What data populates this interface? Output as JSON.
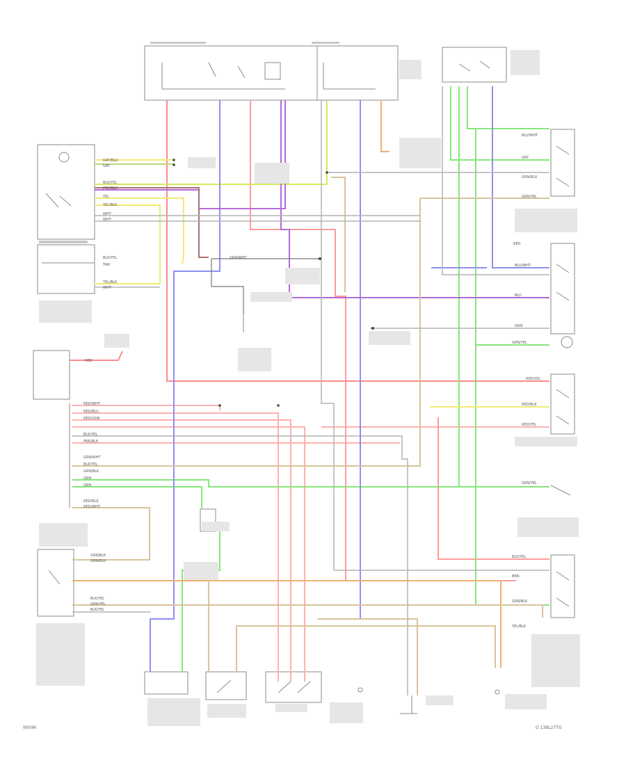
{
  "figure": {
    "id": "90096",
    "reference": "G 13BL27TO"
  },
  "colors": {
    "red": "#ff8a8a",
    "pink": "#ffb0b0",
    "green": "#86e67a",
    "yellow": "#f2ea72",
    "blue": "#8f8ff2",
    "purple": "#b36ad6",
    "orange": "#f0b070",
    "brown": "#c9a070",
    "gray": "#b4b4b4",
    "tan": "#d8c49a",
    "dark": "#777777"
  },
  "wire_codes": [
    {
      "id": "w1",
      "text": "GRY/BLU"
    },
    {
      "id": "w2",
      "text": "GRY"
    },
    {
      "id": "w3",
      "text": "BLK/YEL"
    },
    {
      "id": "w4",
      "text": "PNK/BLK"
    },
    {
      "id": "w5",
      "text": "YEL"
    },
    {
      "id": "w6",
      "text": "YEL/BLK"
    },
    {
      "id": "w7",
      "text": "WHT"
    },
    {
      "id": "w8",
      "text": "WHT"
    },
    {
      "id": "w9",
      "text": "BLK/YEL"
    },
    {
      "id": "w10",
      "text": "TAN"
    },
    {
      "id": "w11",
      "text": "YEL/BLK"
    },
    {
      "id": "w12",
      "text": "WHT"
    },
    {
      "id": "w13",
      "text": "RED"
    },
    {
      "id": "w14",
      "text": "RED/WHT"
    },
    {
      "id": "w15",
      "text": "RED/BLU"
    },
    {
      "id": "w16",
      "text": "RED/GRN"
    },
    {
      "id": "w17",
      "text": "BLK/YEL"
    },
    {
      "id": "w18",
      "text": "PNK/BLK"
    },
    {
      "id": "w19",
      "text": "GRN/WHT"
    },
    {
      "id": "w20",
      "text": "BLK/YEL"
    },
    {
      "id": "w21",
      "text": "GRN/BLK"
    },
    {
      "id": "w22",
      "text": "GRN"
    },
    {
      "id": "w23",
      "text": "GRN"
    },
    {
      "id": "w24",
      "text": "RED/BLK"
    },
    {
      "id": "w25",
      "text": "RED/WHT"
    },
    {
      "id": "w26",
      "text": "GRN/BLK"
    },
    {
      "id": "w27",
      "text": "GRN/BLU"
    },
    {
      "id": "w28",
      "text": "BLK/YEL"
    },
    {
      "id": "w29",
      "text": "GRN/YEL"
    },
    {
      "id": "w30",
      "text": "BLK/YEL"
    },
    {
      "id": "w31",
      "text": "BLU/WHT"
    },
    {
      "id": "w32",
      "text": "GRY"
    },
    {
      "id": "w33",
      "text": "GRN/BLU"
    },
    {
      "id": "w34",
      "text": "GRN/YEL"
    },
    {
      "id": "w35",
      "text": "RED"
    },
    {
      "id": "w36",
      "text": "GRN/YEL"
    },
    {
      "id": "w37",
      "text": "RED/YEL"
    },
    {
      "id": "w38",
      "text": "RED/BLK"
    },
    {
      "id": "w39",
      "text": "RED/YEL"
    },
    {
      "id": "w40",
      "text": "GRN/YEL"
    },
    {
      "id": "w41",
      "text": "BLU/WHT"
    },
    {
      "id": "w42",
      "text": "BLU"
    },
    {
      "id": "w43",
      "text": "GRN"
    },
    {
      "id": "w44",
      "text": "BLK/YEL"
    },
    {
      "id": "w45",
      "text": "BRN"
    },
    {
      "id": "w46",
      "text": "GRN/BLK"
    },
    {
      "id": "w47",
      "text": "YEL/BLK"
    },
    {
      "id": "w48",
      "text": "GRN/WHT"
    }
  ]
}
